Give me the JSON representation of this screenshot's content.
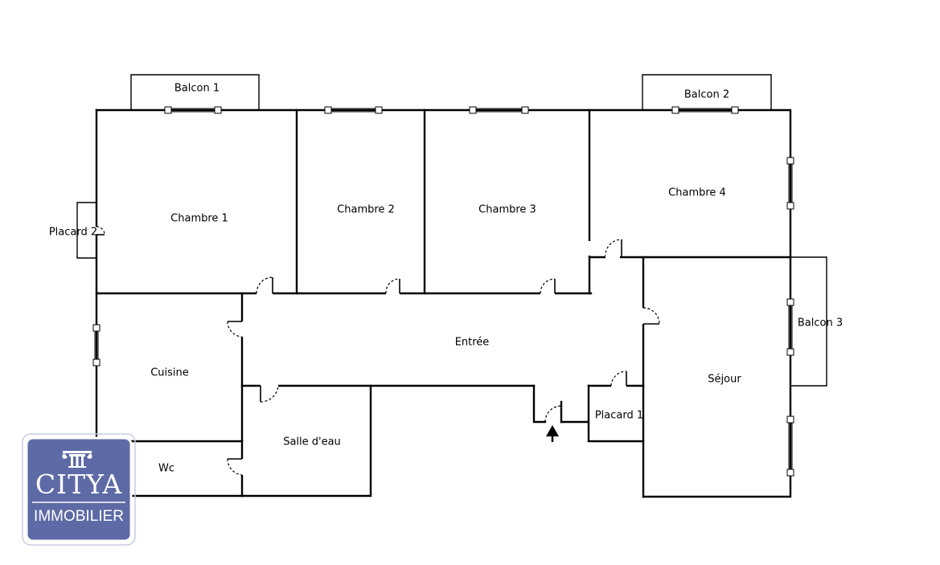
{
  "floorplan": {
    "rooms": {
      "balcon1": "Balcon 1",
      "balcon2": "Balcon 2",
      "balcon3": "Balcon 3",
      "chambre1": "Chambre 1",
      "chambre2": "Chambre 2",
      "chambre3": "Chambre 3",
      "chambre4": "Chambre 4",
      "placard2": "Placard 2",
      "cuisine": "Cuisine",
      "entree": "Entrée",
      "sejour": "Séjour",
      "placard1": "Placard 1",
      "salle_eau": "Salle d'eau",
      "wc": "Wc"
    }
  },
  "logo": {
    "brand": "CITYA",
    "subtitle": "IMMOBILIER",
    "colors": {
      "background": "#5d6aa6",
      "border": "#ffffff",
      "text": "#ffffff"
    },
    "icon": "column-capital-icon"
  },
  "entrance_arrow": {
    "icon": "entrance-arrow-icon",
    "color": "#000000"
  }
}
